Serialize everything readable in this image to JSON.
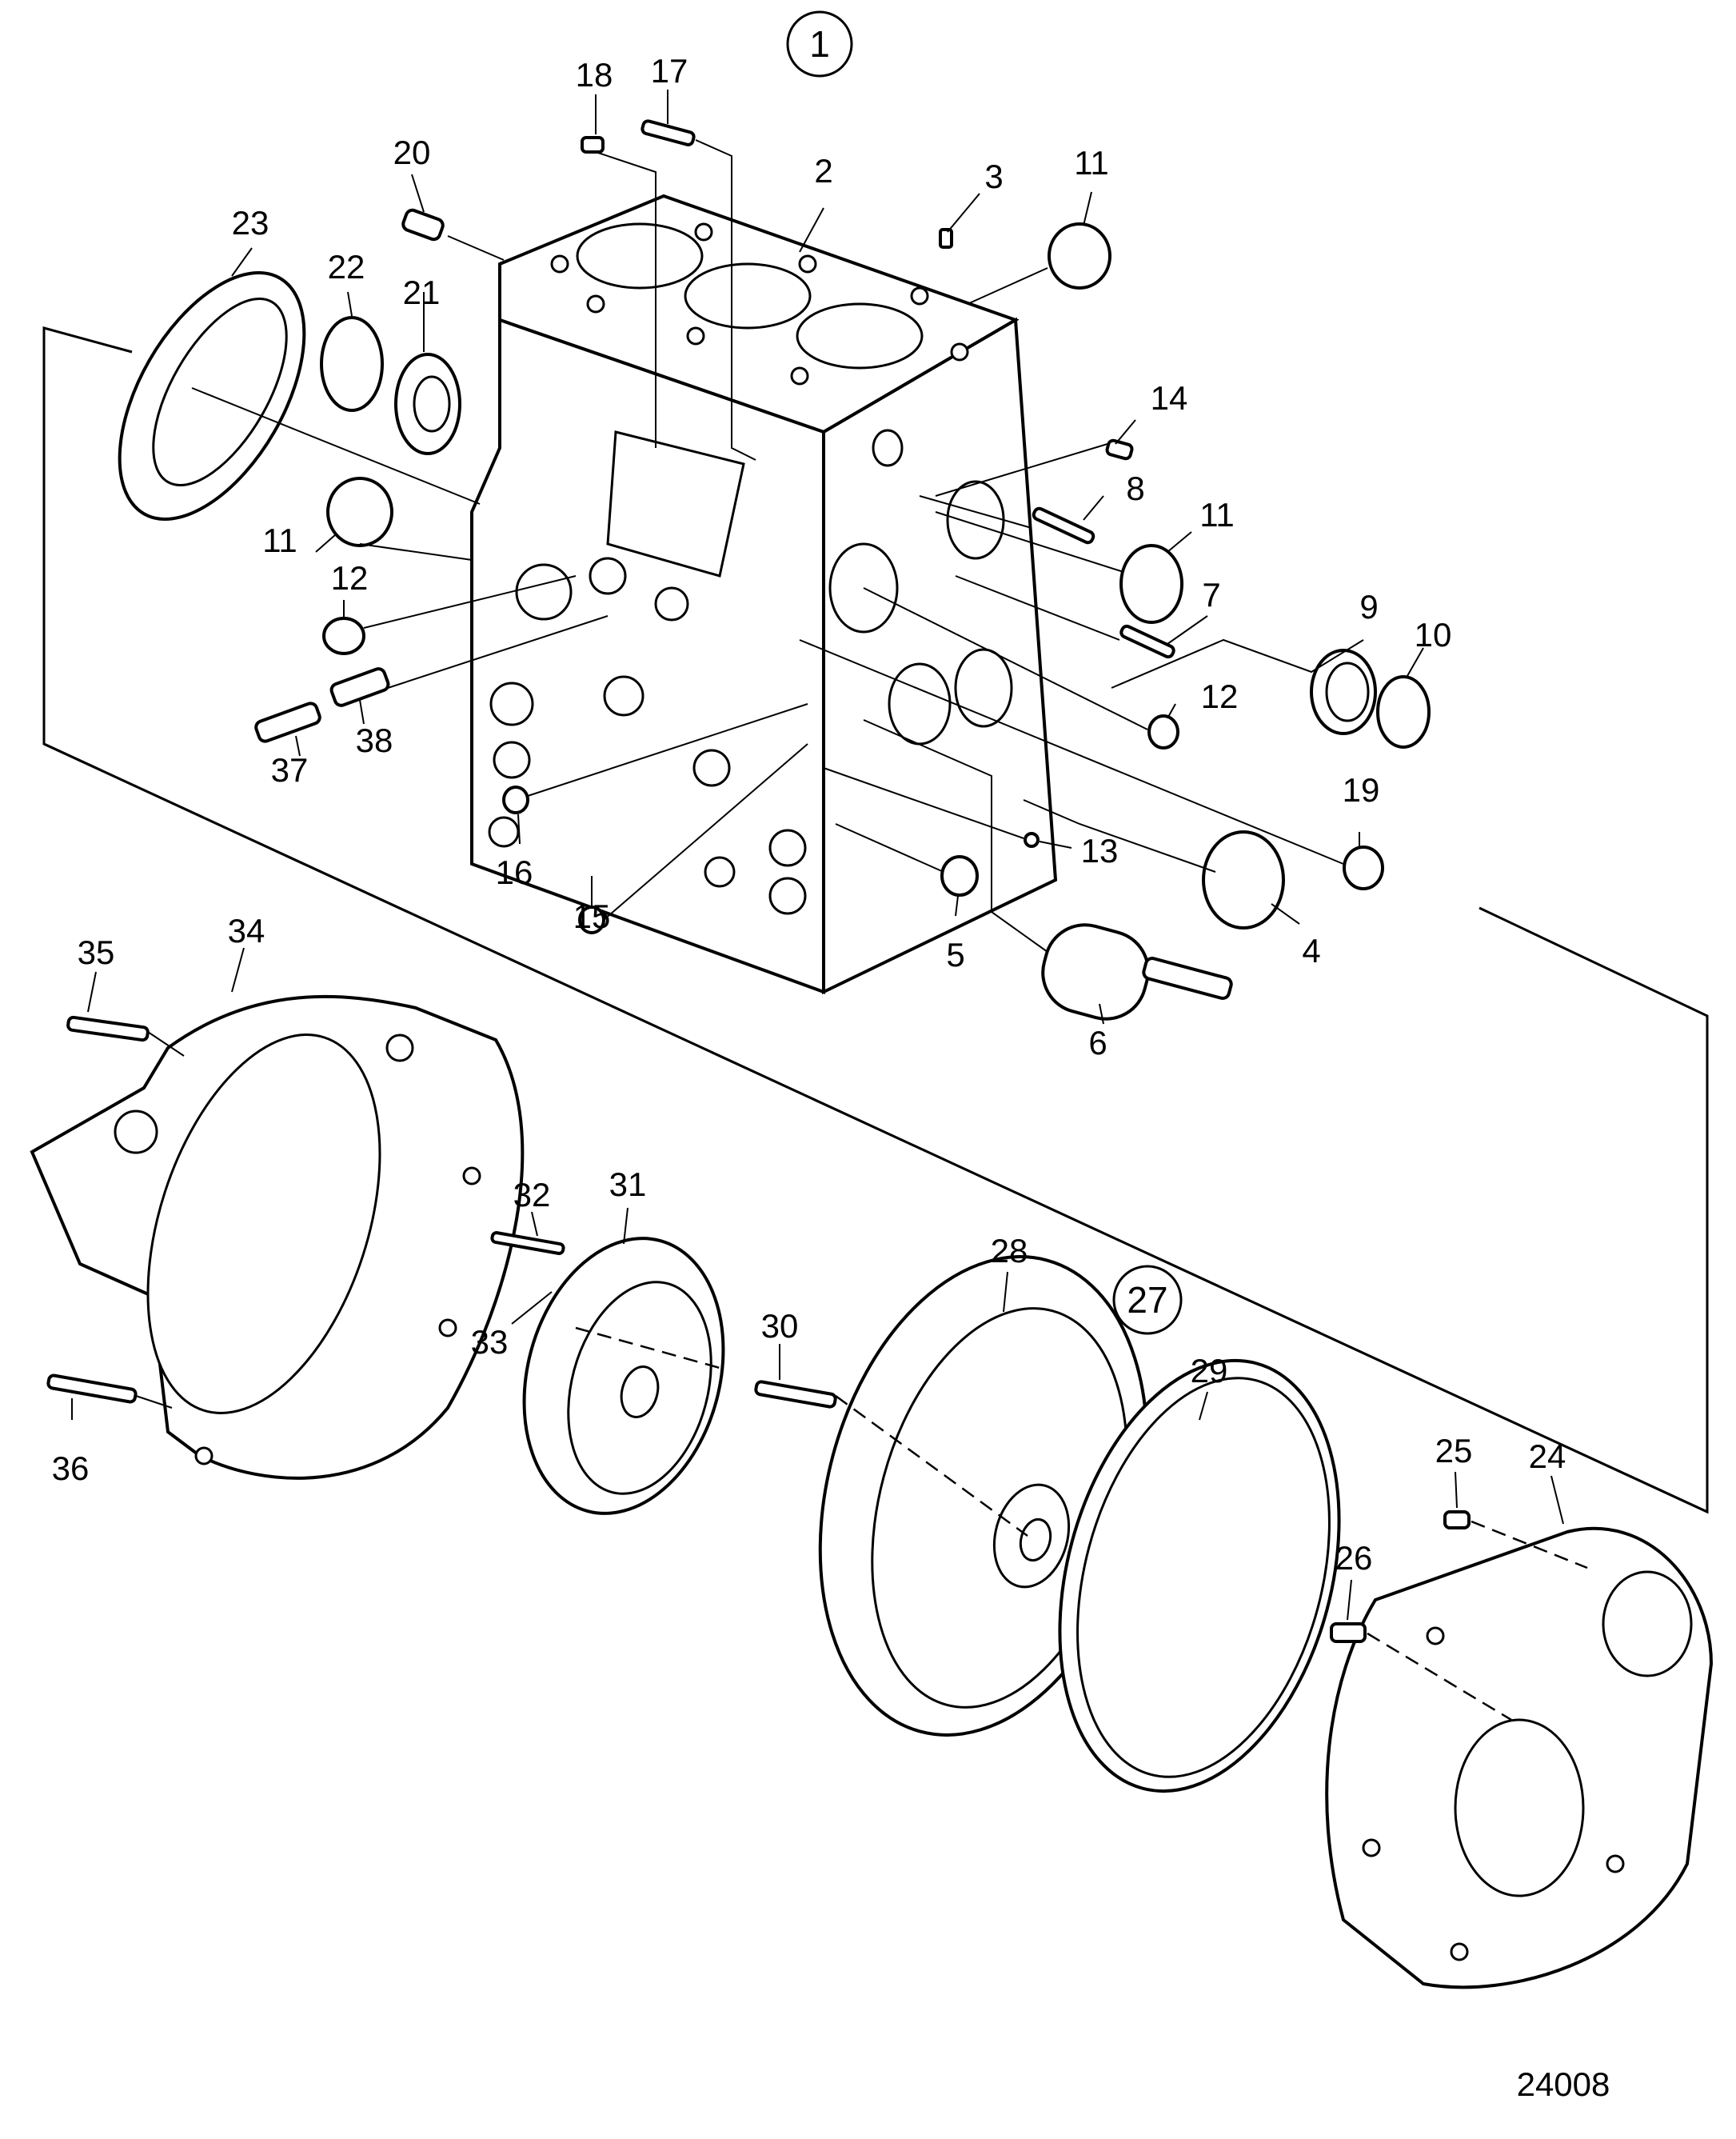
{
  "assembly_refs": [
    "1",
    "27"
  ],
  "drawing_number": "24008",
  "callouts": [
    {
      "id": "c1",
      "label": "2"
    },
    {
      "id": "c2",
      "label": "3"
    },
    {
      "id": "c3",
      "label": "11"
    },
    {
      "id": "c4",
      "label": "18"
    },
    {
      "id": "c5",
      "label": "17"
    },
    {
      "id": "c6",
      "label": "20"
    },
    {
      "id": "c7",
      "label": "23"
    },
    {
      "id": "c8",
      "label": "22"
    },
    {
      "id": "c9",
      "label": "21"
    },
    {
      "id": "c10",
      "label": "14"
    },
    {
      "id": "c11",
      "label": "8"
    },
    {
      "id": "c12",
      "label": "11"
    },
    {
      "id": "c13",
      "label": "11"
    },
    {
      "id": "c14",
      "label": "12"
    },
    {
      "id": "c15",
      "label": "7"
    },
    {
      "id": "c16",
      "label": "9"
    },
    {
      "id": "c17",
      "label": "10"
    },
    {
      "id": "c18",
      "label": "12"
    },
    {
      "id": "c19",
      "label": "37"
    },
    {
      "id": "c20",
      "label": "38"
    },
    {
      "id": "c21",
      "label": "19"
    },
    {
      "id": "c22",
      "label": "16"
    },
    {
      "id": "c23",
      "label": "15"
    },
    {
      "id": "c24",
      "label": "13"
    },
    {
      "id": "c25",
      "label": "5"
    },
    {
      "id": "c26",
      "label": "4"
    },
    {
      "id": "c27",
      "label": "6"
    },
    {
      "id": "c28",
      "label": "35"
    },
    {
      "id": "c29",
      "label": "34"
    },
    {
      "id": "c30",
      "label": "32"
    },
    {
      "id": "c31",
      "label": "31"
    },
    {
      "id": "c32",
      "label": "33"
    },
    {
      "id": "c33",
      "label": "28"
    },
    {
      "id": "c34",
      "label": "30"
    },
    {
      "id": "c35",
      "label": "29"
    },
    {
      "id": "c36",
      "label": "36"
    },
    {
      "id": "c37",
      "label": "25"
    },
    {
      "id": "c38",
      "label": "24"
    },
    {
      "id": "c39",
      "label": "26"
    }
  ]
}
